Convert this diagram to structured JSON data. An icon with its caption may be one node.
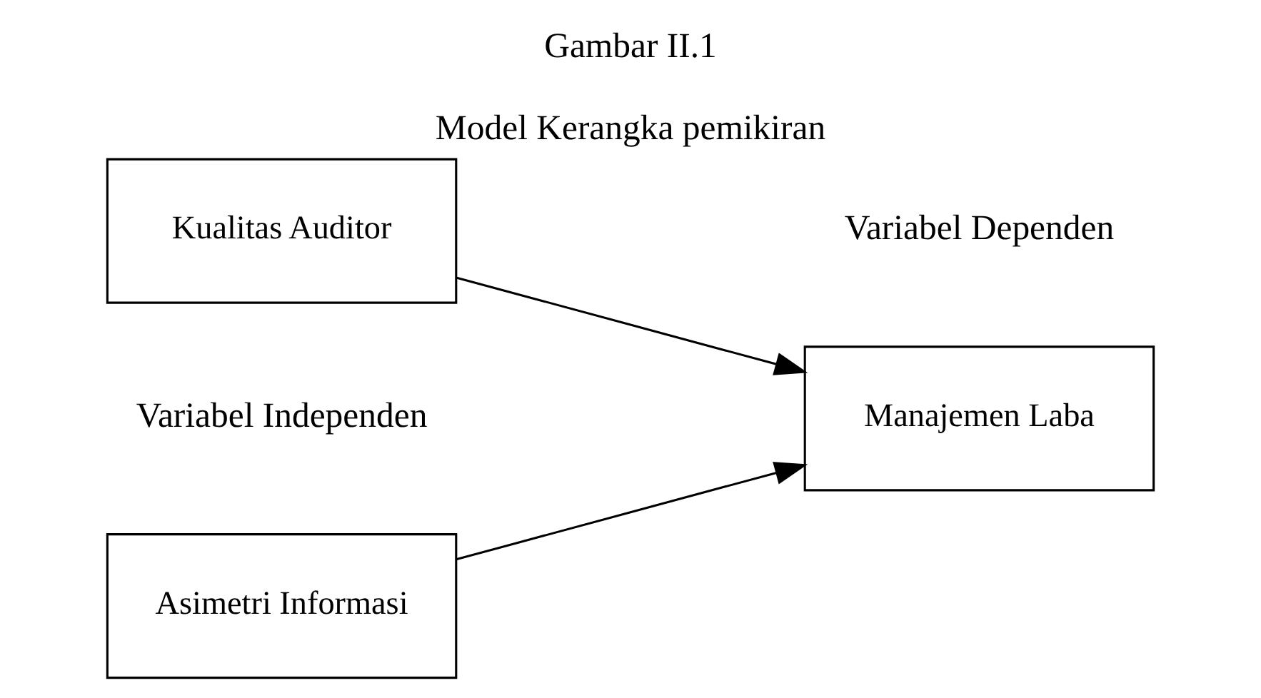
{
  "diagram": {
    "title": "Gambar II.1",
    "nodes": [
      {
        "text": [
          "Asimetri Informasi"
        ]
      },
      {
        "text": [
          "Kualitas Auditor"
        ]
      },
      {
        "text": [
          "Manajemen Laba"
        ]
      }
    ],
    "edges": [
      {
        "from": 0,
        "to": 2,
        "arrow": "to"
      },
      {
        "from": 1,
        "to": 2,
        "arrow": "to"
      }
    ],
    "labels": [
      "Model Kerangka pemikiran",
      "Variabel Independen",
      "Variabel Dependen"
    ]
  }
}
